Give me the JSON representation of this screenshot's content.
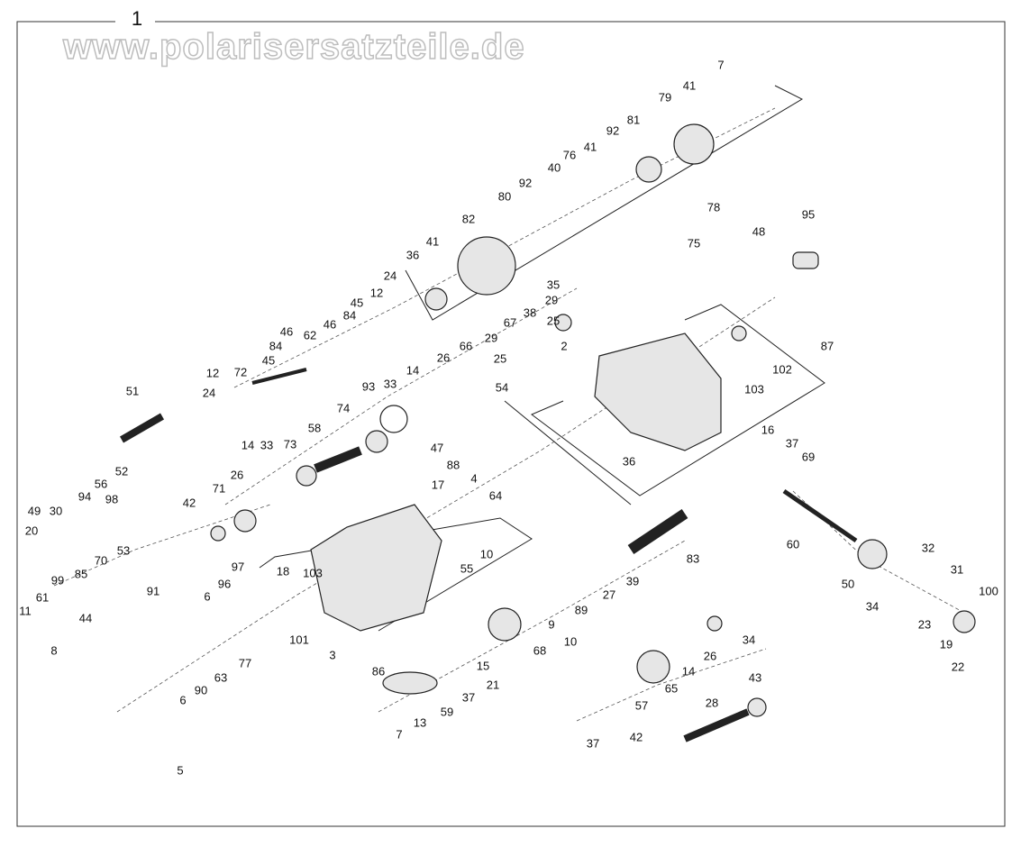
{
  "figure_number": "1",
  "watermark": "www.polarisersatzteile.de",
  "labels": [
    "7",
    "41",
    "79",
    "92",
    "81",
    "76",
    "41",
    "40",
    "92",
    "80",
    "78",
    "82",
    "95",
    "48",
    "75",
    "41",
    "36",
    "24",
    "12",
    "45",
    "84",
    "46",
    "62",
    "46",
    "84",
    "45",
    "35",
    "38",
    "29",
    "67",
    "25",
    "29",
    "25",
    "26",
    "66",
    "2",
    "87",
    "102",
    "103",
    "12",
    "72",
    "24",
    "51",
    "33",
    "14",
    "93",
    "54",
    "74",
    "58",
    "47",
    "88",
    "4",
    "36",
    "16",
    "37",
    "69",
    "14",
    "33",
    "73",
    "26",
    "71",
    "42",
    "17",
    "64",
    "10",
    "55",
    "94",
    "98",
    "56",
    "52",
    "49",
    "30",
    "20",
    "53",
    "70",
    "85",
    "99",
    "91",
    "61",
    "11",
    "44",
    "8",
    "60",
    "83",
    "39",
    "27",
    "89",
    "9",
    "10",
    "32",
    "31",
    "100",
    "50",
    "34",
    "23",
    "19",
    "22",
    "97",
    "96",
    "6",
    "18",
    "103",
    "101",
    "3",
    "86",
    "77",
    "63",
    "90",
    "6",
    "5",
    "68",
    "15",
    "21",
    "37",
    "59",
    "13",
    "7",
    "34",
    "26",
    "14",
    "65",
    "57",
    "43",
    "28",
    "37",
    "42"
  ]
}
